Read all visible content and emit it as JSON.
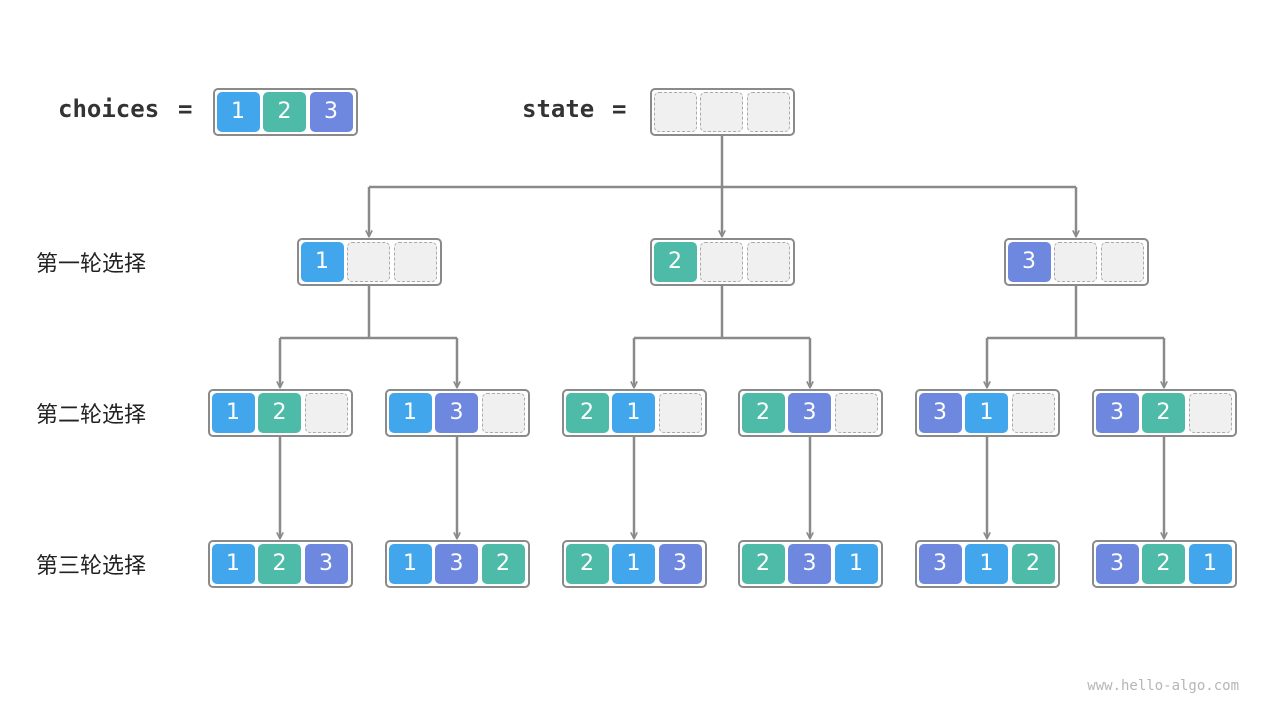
{
  "header": {
    "choices_label": "choices",
    "state_label": "state",
    "equals": "="
  },
  "choices": [
    "1",
    "2",
    "3"
  ],
  "state": [
    "",
    "",
    ""
  ],
  "rounds": [
    "第一轮选择",
    "第二轮选择",
    "第三轮选择"
  ],
  "colors": {
    "1": "#41a6ec",
    "2": "#4dbba8",
    "3": "#6e87df",
    "empty": "#f0f0f0",
    "line": "#8a8a8a"
  },
  "level1": [
    [
      "1",
      "",
      ""
    ],
    [
      "2",
      "",
      ""
    ],
    [
      "3",
      "",
      ""
    ]
  ],
  "level2": [
    [
      "1",
      "2",
      ""
    ],
    [
      "1",
      "3",
      ""
    ],
    [
      "2",
      "1",
      ""
    ],
    [
      "2",
      "3",
      ""
    ],
    [
      "3",
      "1",
      ""
    ],
    [
      "3",
      "2",
      ""
    ]
  ],
  "level3": [
    [
      "1",
      "2",
      "3"
    ],
    [
      "1",
      "3",
      "2"
    ],
    [
      "2",
      "1",
      "3"
    ],
    [
      "2",
      "3",
      "1"
    ],
    [
      "3",
      "1",
      "2"
    ],
    [
      "3",
      "2",
      "1"
    ]
  ],
  "watermark": "www.hello-algo.com"
}
